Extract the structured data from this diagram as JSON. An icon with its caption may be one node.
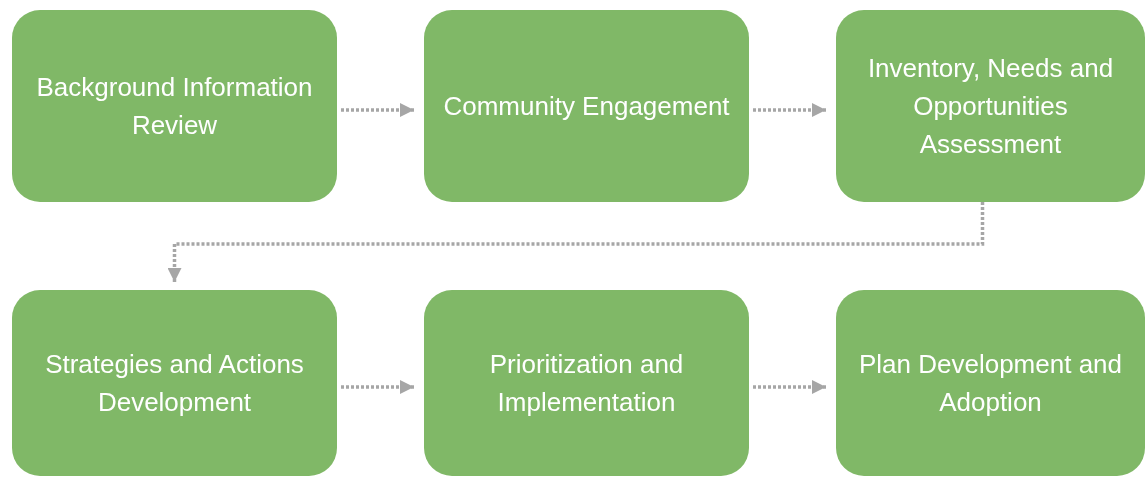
{
  "diagram": {
    "nodes": [
      {
        "text": [
          "Background Information Review"
        ]
      },
      {
        "text": [
          "Community Engagement"
        ]
      },
      {
        "text": [
          "Inventory, Needs and Opportunities Assessment"
        ]
      },
      {
        "text": [
          "Strategies and Actions Development"
        ]
      },
      {
        "text": [
          "Prioritization and Implementation"
        ]
      },
      {
        "text": [
          "Plan Development and Adoption"
        ]
      }
    ],
    "edges": [
      {
        "from": 0,
        "to": 1,
        "arrow": "to",
        "style": "dashed"
      },
      {
        "from": 1,
        "to": 2,
        "arrow": "to",
        "style": "dashed"
      },
      {
        "from": 2,
        "to": 3,
        "arrow": "to",
        "style": "dashed"
      },
      {
        "from": 3,
        "to": 4,
        "arrow": "to",
        "style": "dashed"
      },
      {
        "from": 4,
        "to": 5,
        "arrow": "to",
        "style": "dashed"
      }
    ]
  }
}
